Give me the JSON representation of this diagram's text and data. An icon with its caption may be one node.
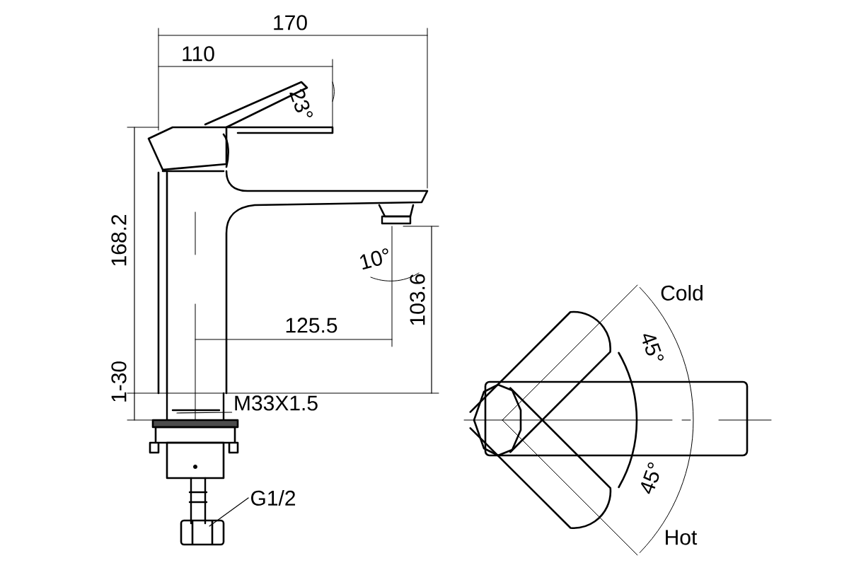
{
  "diagram": {
    "nodes": [
      {
        "text": [
          "M33X1.5"
        ]
      },
      {
        "text": [
          "G1/2"
        ]
      }
    ],
    "edges": [
      {
        "from": 0,
        "to": null,
        "arrow": "none"
      },
      {
        "from": 1,
        "to": null,
        "arrow": "none"
      }
    ],
    "labels": [
      "170",
      "110",
      "23°",
      "168.2",
      "10°",
      "Cold",
      "45°",
      "103.6",
      "125.5",
      "1-30",
      "45°",
      "Hot"
    ]
  }
}
